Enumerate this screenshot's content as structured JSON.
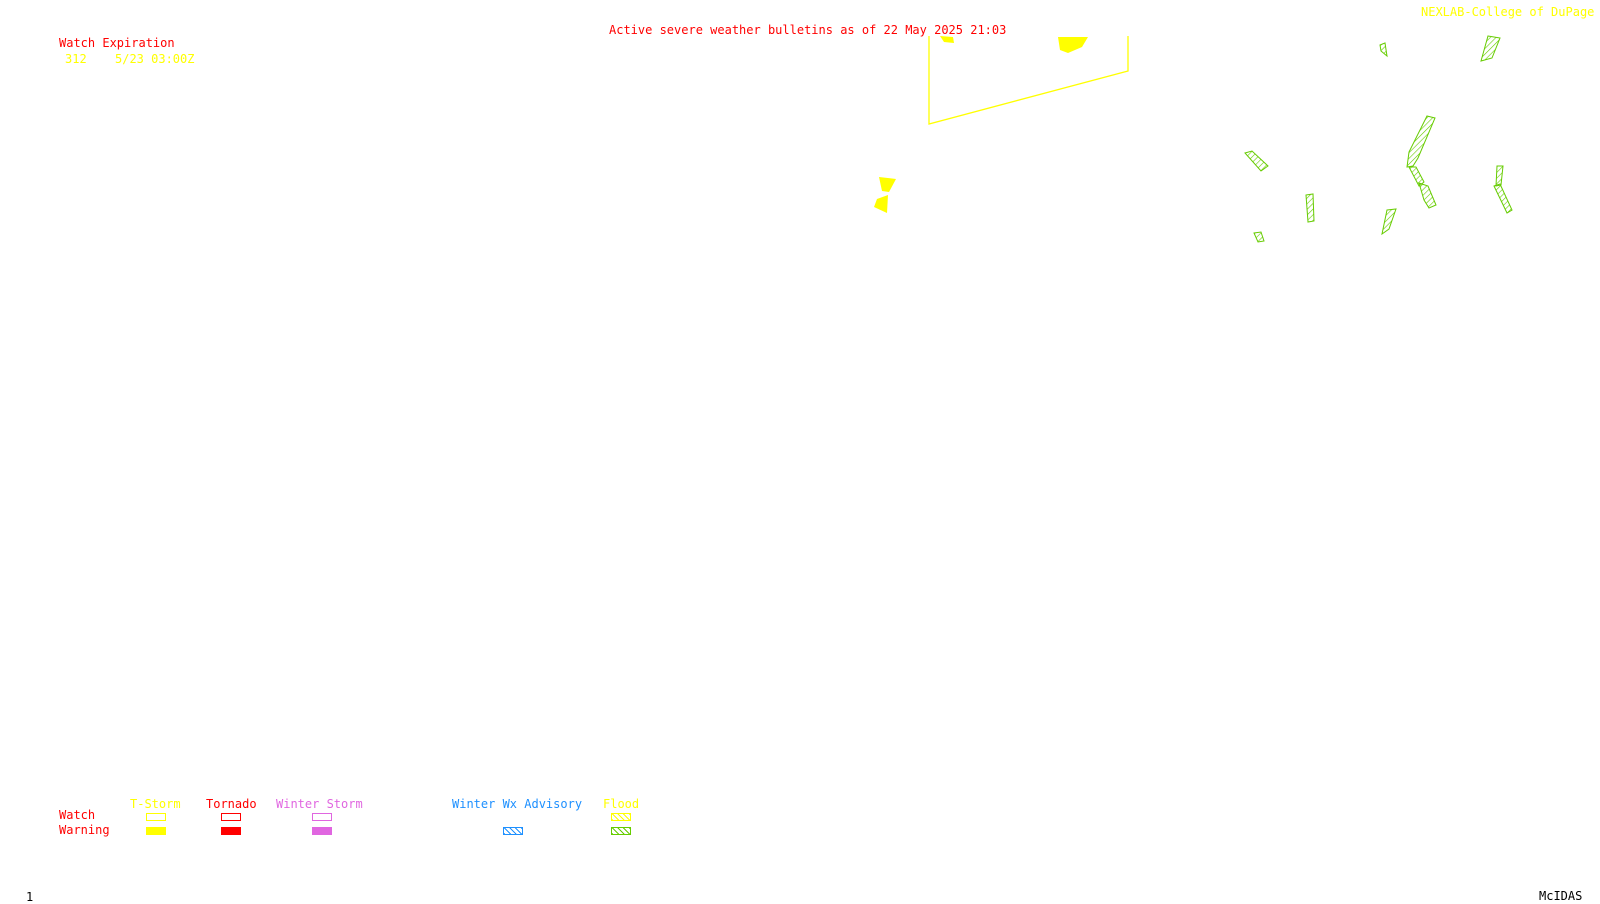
{
  "header": {
    "title": "Active severe weather bulletins as of 22 May 2025 21:03",
    "credit": "NEXLAB-College of DuPage R"
  },
  "watch_table": {
    "heading": "Watch Expiration",
    "rows": [
      {
        "number": "312",
        "expires": "5/23 03:00Z"
      }
    ]
  },
  "legend": {
    "row_labels": {
      "watch": "Watch",
      "warning": "Warning"
    },
    "categories": [
      {
        "label": "T-Storm",
        "color": "#ffff00"
      },
      {
        "label": "Tornado",
        "color": "#ff0000"
      },
      {
        "label": "Winter Storm",
        "color": "#e066e0"
      },
      {
        "label": "Winter Wx Advisory",
        "color": "#1e90ff"
      },
      {
        "label": "Flood",
        "color": "#66cc00"
      }
    ]
  },
  "footer": {
    "frame": "1",
    "software": "McIDAS"
  },
  "colors": {
    "watch_text": "#ff0000",
    "title_text": "#ff0000",
    "credit_text": "#ffff00",
    "tstorm": "#ffff00",
    "tornado": "#ff0000",
    "winter_storm": "#e066e0",
    "winter_advisory": "#1e90ff",
    "flood": "#66cc00"
  }
}
